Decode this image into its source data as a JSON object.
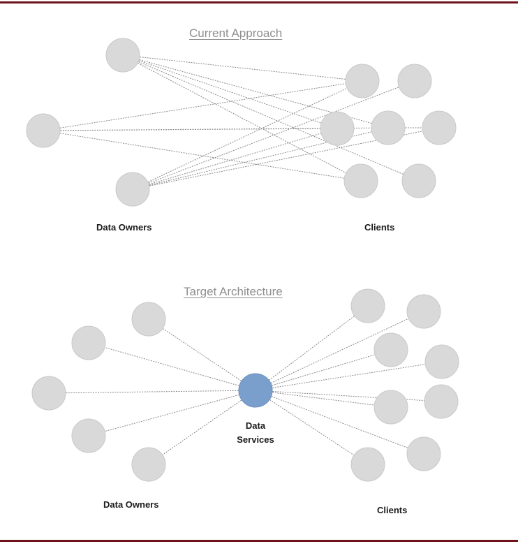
{
  "current": {
    "title": "Current Approach",
    "owners_label": "Data Owners",
    "clients_label": "Clients"
  },
  "target": {
    "title": "Target Architecture",
    "hub_label_line1": "Data",
    "hub_label_line2": "Services",
    "owners_label": "Data Owners",
    "clients_label": "Clients"
  },
  "colors": {
    "frame": "#6e1219",
    "node_fill": "#d9d9d9",
    "node_stroke": "#c9c9c9",
    "hub_fill": "#7a9fcd",
    "edge": "#8a8a8a"
  }
}
